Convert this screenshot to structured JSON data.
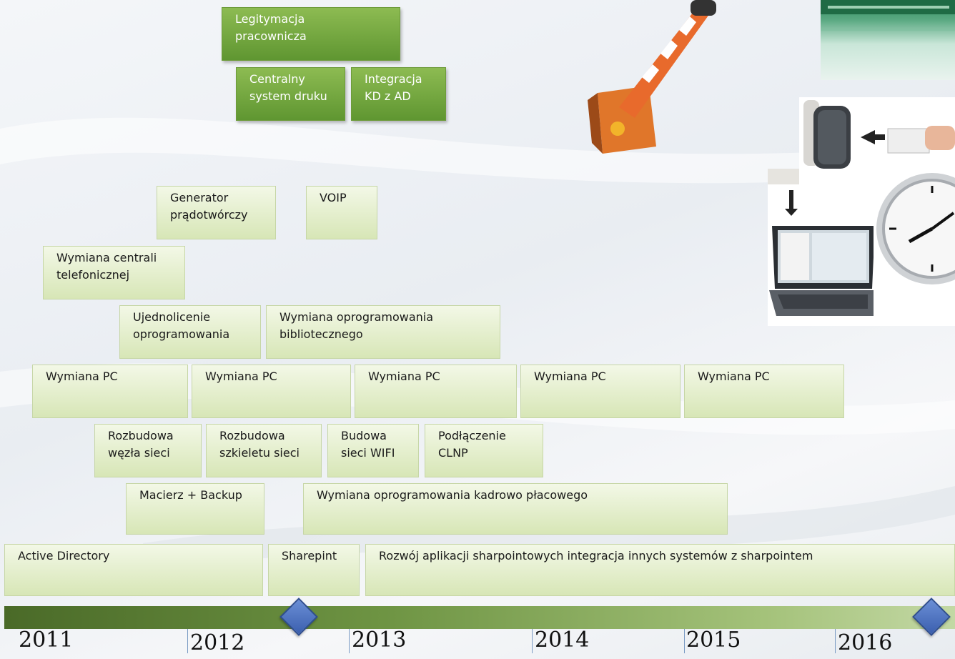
{
  "top_boxes": {
    "legitymacja": "Legitymacja\npracownicza",
    "druk": "Centralny\nsystem druku",
    "integracja": "Integracja\nKD z AD"
  },
  "boxes": {
    "generator": "Generator\nprądotwórczy",
    "voip": "VOIP",
    "centrala": "Wymiana centrali\ntelefonicznej",
    "ujednolicenie": "Ujednolicenie\noprogramowania",
    "biblioteka": "Wymiana oprogramowania\nbibliotecznego",
    "pc1": "Wymiana PC",
    "pc2": "Wymiana PC",
    "pc3": "Wymiana PC",
    "pc4": "Wymiana PC",
    "pc5": "Wymiana PC",
    "wezel": "Rozbudowa\nwęzła sieci",
    "szkielet": "Rozbudowa\nszkieletu sieci",
    "wifi": "Budowa\nsieci WIFI",
    "clnp": "Podłączenie\nCLNP",
    "macierz": "Macierz + Backup",
    "kadry": "Wymiana oprogramowania kadrowo płacowego",
    "ad": "Active Directory",
    "sharepint": "Sharepint",
    "rozwoj": "Rozwój aplikacji sharpointowych integracja innych systemów z sharpointem"
  },
  "timeline": {
    "years": [
      "2011",
      "2012",
      "2013",
      "2014",
      "2015",
      "2016"
    ]
  },
  "colors": {
    "box_light": "#d7e6b6",
    "box_dark": "#6fa23c",
    "milestone": "#3b5fae",
    "bar_dark": "#4a6a28",
    "bar_light": "#c3d8a4"
  },
  "images": {
    "barrier": "barrier-gate-image",
    "card_reader": "card-reader-image",
    "laptop": "laptop-image",
    "clock": "clock-image",
    "turnstile": "turnstile-image"
  }
}
